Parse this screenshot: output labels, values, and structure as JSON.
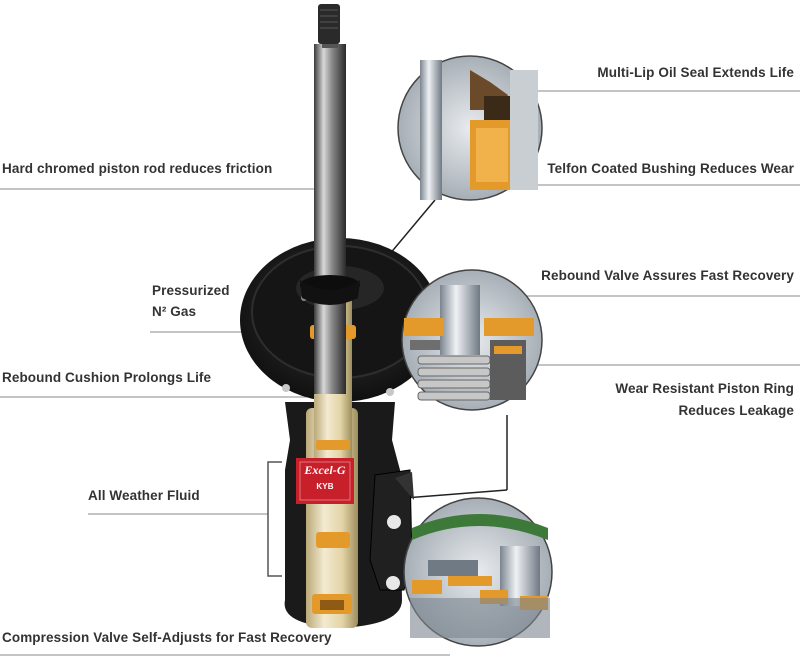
{
  "labels": {
    "multi_lip_seal": "Multi-Lip Oil Seal Extends Life",
    "hard_chromed_rod": "Hard chromed piston rod reduces friction",
    "telfon_bushing": "Telfon Coated Bushing Reduces Wear",
    "pressurized_line1": "Pressurized",
    "pressurized_line2": "N² Gas",
    "rebound_valve": "Rebound Valve Assures Fast Recovery",
    "rebound_cushion": "Rebound Cushion Prolongs Life",
    "wear_ring_line1": "Wear Resistant Piston Ring",
    "wear_ring_line2": "Reduces Leakage",
    "all_weather_fluid": "All Weather Fluid",
    "compression_valve": "Compression Valve Self-Adjusts for Fast Recovery"
  },
  "badge": {
    "brand": "Excel-G",
    "sub": "KYB"
  },
  "colors": {
    "label_text": "#333333",
    "leader_line": "#8a8a8a",
    "badge_red": "#c8202a",
    "bushing_orange": "#e39a2a",
    "fluid_yellow": "#e8d9a8",
    "body_black": "#1a1a1a"
  }
}
